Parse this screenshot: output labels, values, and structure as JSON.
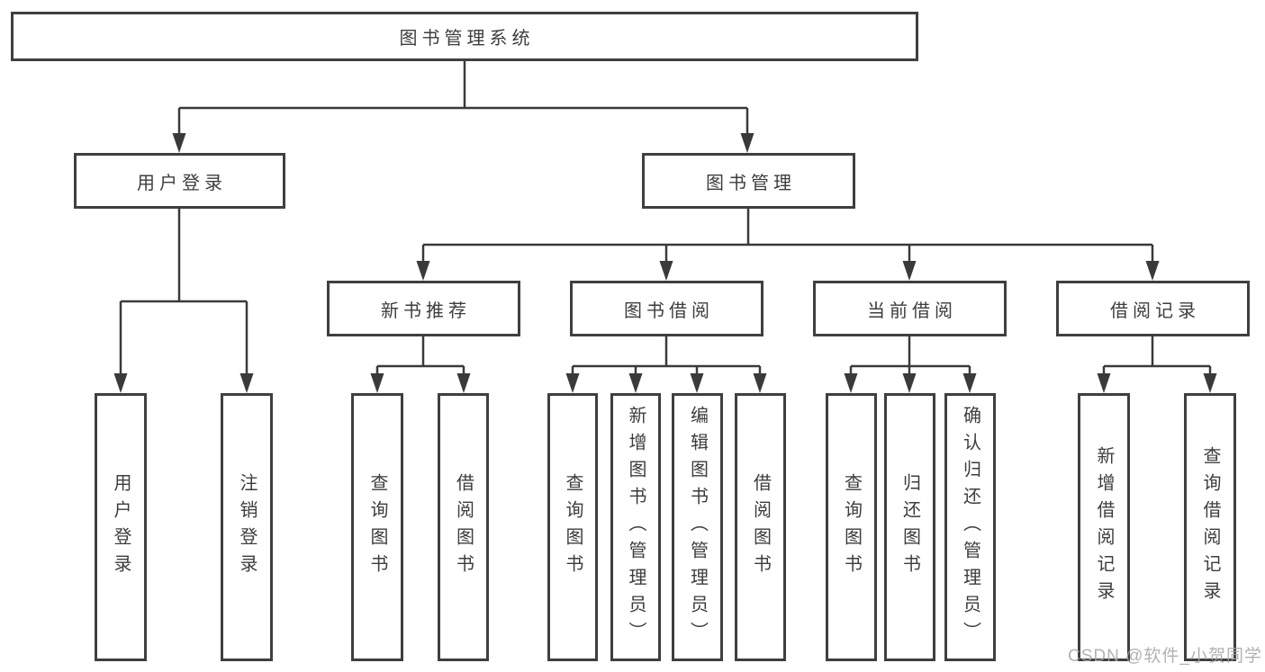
{
  "tree": {
    "label": "图书管理系统",
    "children": [
      {
        "label": "用户登录",
        "children": [
          {
            "label": "用户登录"
          },
          {
            "label": "注销登录"
          }
        ]
      },
      {
        "label": "图书管理",
        "children": [
          {
            "label": "新书推荐",
            "children": [
              {
                "label": "查询图书"
              },
              {
                "label": "借阅图书"
              }
            ]
          },
          {
            "label": "图书借阅",
            "children": [
              {
                "label": "查询图书"
              },
              {
                "label": "新增图书（管理员）"
              },
              {
                "label": "编辑图书（管理员）"
              },
              {
                "label": "借阅图书"
              }
            ]
          },
          {
            "label": "当前借阅",
            "children": [
              {
                "label": "查询图书"
              },
              {
                "label": "归还图书"
              },
              {
                "label": "确认归还（管理员）"
              }
            ]
          },
          {
            "label": "借阅记录",
            "children": [
              {
                "label": "新增借阅记录"
              },
              {
                "label": "查询借阅记录"
              }
            ]
          }
        ]
      }
    ]
  },
  "watermark": {
    "text": "CSDN @软件_小贺同学"
  },
  "colors": {
    "background": "#ffffff",
    "box_border": "#3f3f3f",
    "connector_line": "#3a3a3a",
    "text": "#3d3d3d",
    "watermark_text": "#a4a4a4"
  }
}
